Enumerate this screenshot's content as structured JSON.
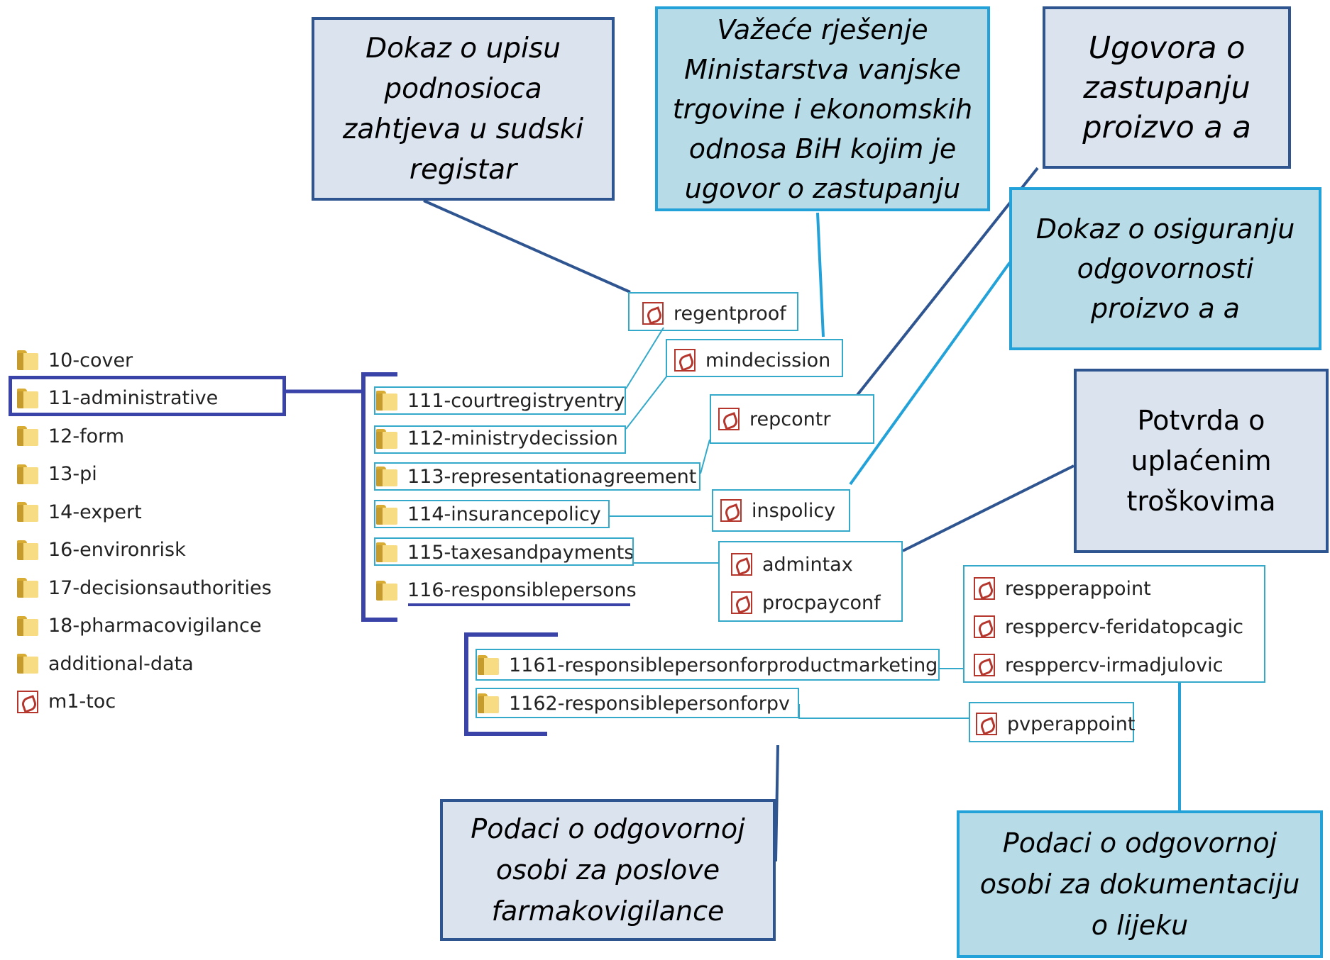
{
  "explorer": {
    "root_items": [
      {
        "type": "folder",
        "label": "10-cover"
      },
      {
        "type": "folder",
        "label": "11-administrative"
      },
      {
        "type": "folder",
        "label": "12-form"
      },
      {
        "type": "folder",
        "label": "13-pi"
      },
      {
        "type": "folder",
        "label": "14-expert"
      },
      {
        "type": "folder",
        "label": "16-environrisk"
      },
      {
        "type": "folder",
        "label": "17-decisionsauthorities"
      },
      {
        "type": "folder",
        "label": "18-pharmacovigilance"
      },
      {
        "type": "folder",
        "label": "additional-data"
      },
      {
        "type": "pdf",
        "label": "m1-toc"
      }
    ],
    "admin_subfolders": [
      {
        "type": "folder",
        "label": "111-courtregistryentry"
      },
      {
        "type": "folder",
        "label": "112-ministrydecission"
      },
      {
        "type": "folder",
        "label": "113-representationagreement"
      },
      {
        "type": "folder",
        "label": "114-insurancepolicy"
      },
      {
        "type": "folder",
        "label": "115-taxesandpayments"
      },
      {
        "type": "folder",
        "label": "116-responsiblepersons"
      }
    ],
    "responsible_subfolders": [
      {
        "type": "folder",
        "label": "1161-responsiblepersonforproductmarketing"
      },
      {
        "type": "folder",
        "label": "1162-responsiblepersonforpv"
      }
    ],
    "files": {
      "regentproof": "regentproof",
      "mindecission": "mindecission",
      "repcontr": "repcontr",
      "inspolicy": "inspolicy",
      "admintax": "admintax",
      "procpayconf": "procpayconf",
      "respperappoint": "respperappoint",
      "resppercv_1": "resppercv-feridatopcagic",
      "resppercv_2": "resppercv-irmadjulovic",
      "pvperappoint": "pvperappoint"
    }
  },
  "callouts": {
    "court_registry": "Dokaz o upisu\npodnosioca\nzahtjeva u sudski\nregistar",
    "ministry_decision": "Važeće rješenje\nMinistarstva vanjske\ntrgovine i ekonomskih\nodnosa BiH kojim je\nugovor o zastupanju",
    "representation": "Ugovora o\nzastupanju\nproizvo  a  a",
    "insurance": "Dokaz o osiguranju\nodgovornosti\nproizvo  a  a",
    "payments": "Potvrda o\nuplaćenim\ntroškovima",
    "pv_person": "Podaci o odgovornoj\nosobi za poslove\nfarmakovigilance",
    "marketing_person": "Podaci o odgovornoj\nosobi za dokumentaciju\no lijeku"
  },
  "colors": {
    "dark_callout_fill": "#dbe3ef",
    "dark_callout_border": "#2f5591",
    "light_callout_fill": "#b7dce8",
    "light_callout_border": "#22a2d8",
    "bracket": "#3a43a8",
    "thin_connector": "#34a9c9"
  }
}
